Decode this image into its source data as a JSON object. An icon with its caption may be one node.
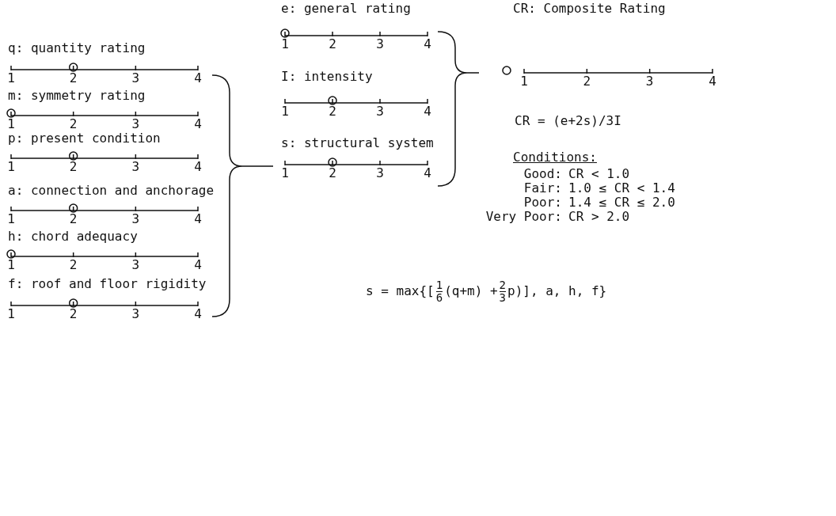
{
  "diagram": {
    "labels": [
      "q: quantity rating",
      "1",
      "2",
      "3",
      "4",
      "m: symmetry rating",
      "1",
      "2",
      "3",
      "4",
      "p: present condition",
      "1",
      "2",
      "3",
      "4",
      "a: connection and anchorage",
      "1",
      "2",
      "3",
      "4",
      "h: chord adequacy",
      "1",
      "2",
      "3",
      "4",
      "f: roof and floor rigidity",
      "1",
      "2",
      "3",
      "4",
      "e: general rating",
      "1",
      "2",
      "3",
      "4",
      "I: intensity",
      "1",
      "2",
      "3",
      "4",
      "s: structural system",
      "1",
      "2",
      "3",
      "4",
      "CR: Composite Rating",
      "1",
      "2",
      "3",
      "4",
      "CR = (e+2s)/3I",
      "Conditions:",
      "Good:",
      "CR < 1.0",
      "Fair:",
      "1.0 ≤ CR < 1.4",
      "Poor:",
      "1.4 ≤ CR ≤ 2.0",
      "Very Poor:",
      "CR > 2.0",
      "s = max{[",
      "1",
      "6",
      "(q+m) +",
      "2",
      "3",
      "p)], a, h, f}"
    ]
  }
}
